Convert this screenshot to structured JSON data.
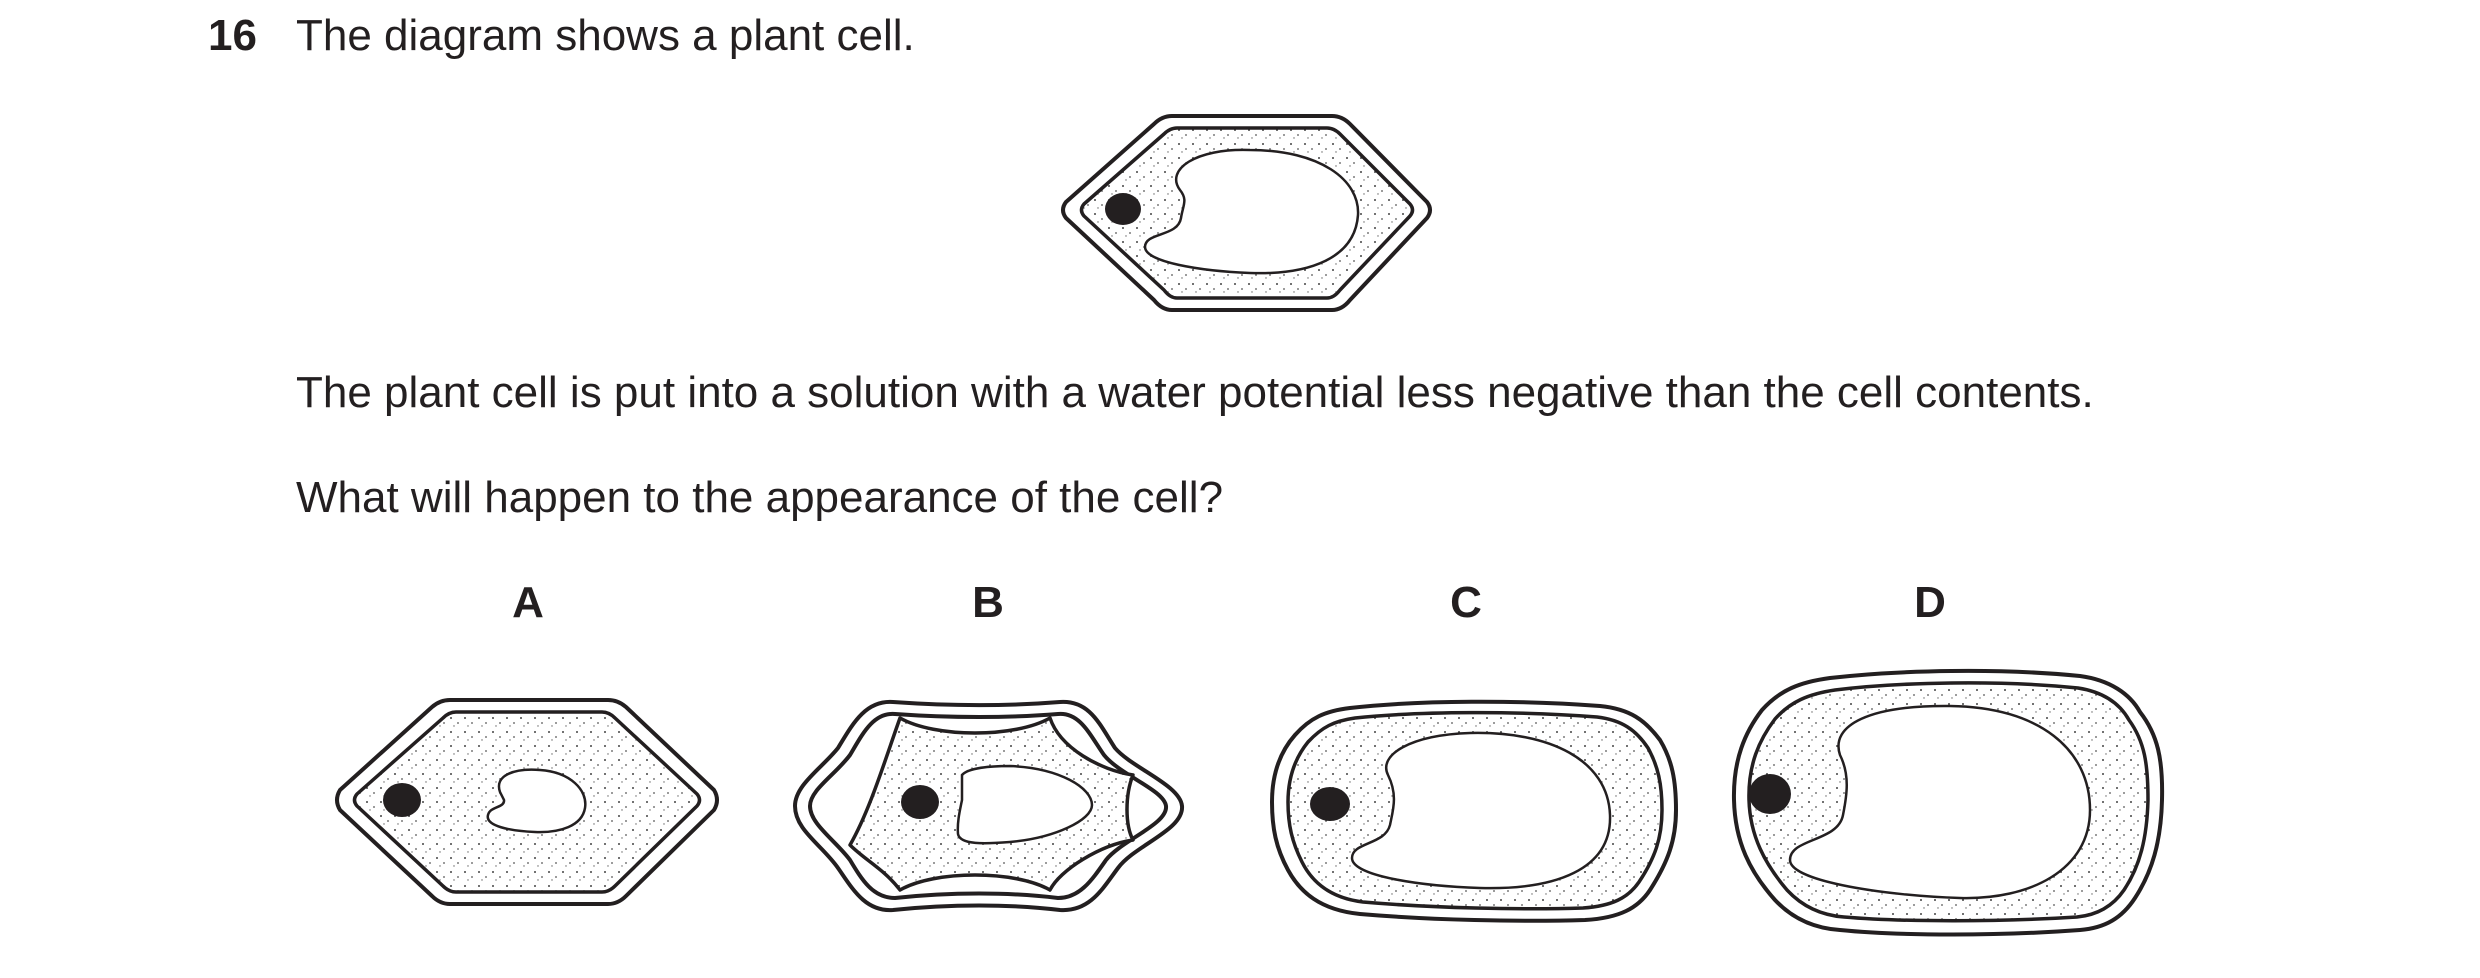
{
  "question": {
    "number": "16",
    "intro": "The diagram shows a plant cell.",
    "stem": "The plant cell is put into a solution with a water potential less negative than the cell contents.",
    "prompt": "What will happen to the appearance of the cell?"
  },
  "options": {
    "a": "A",
    "b": "B",
    "c": "C",
    "d": "D"
  }
}
